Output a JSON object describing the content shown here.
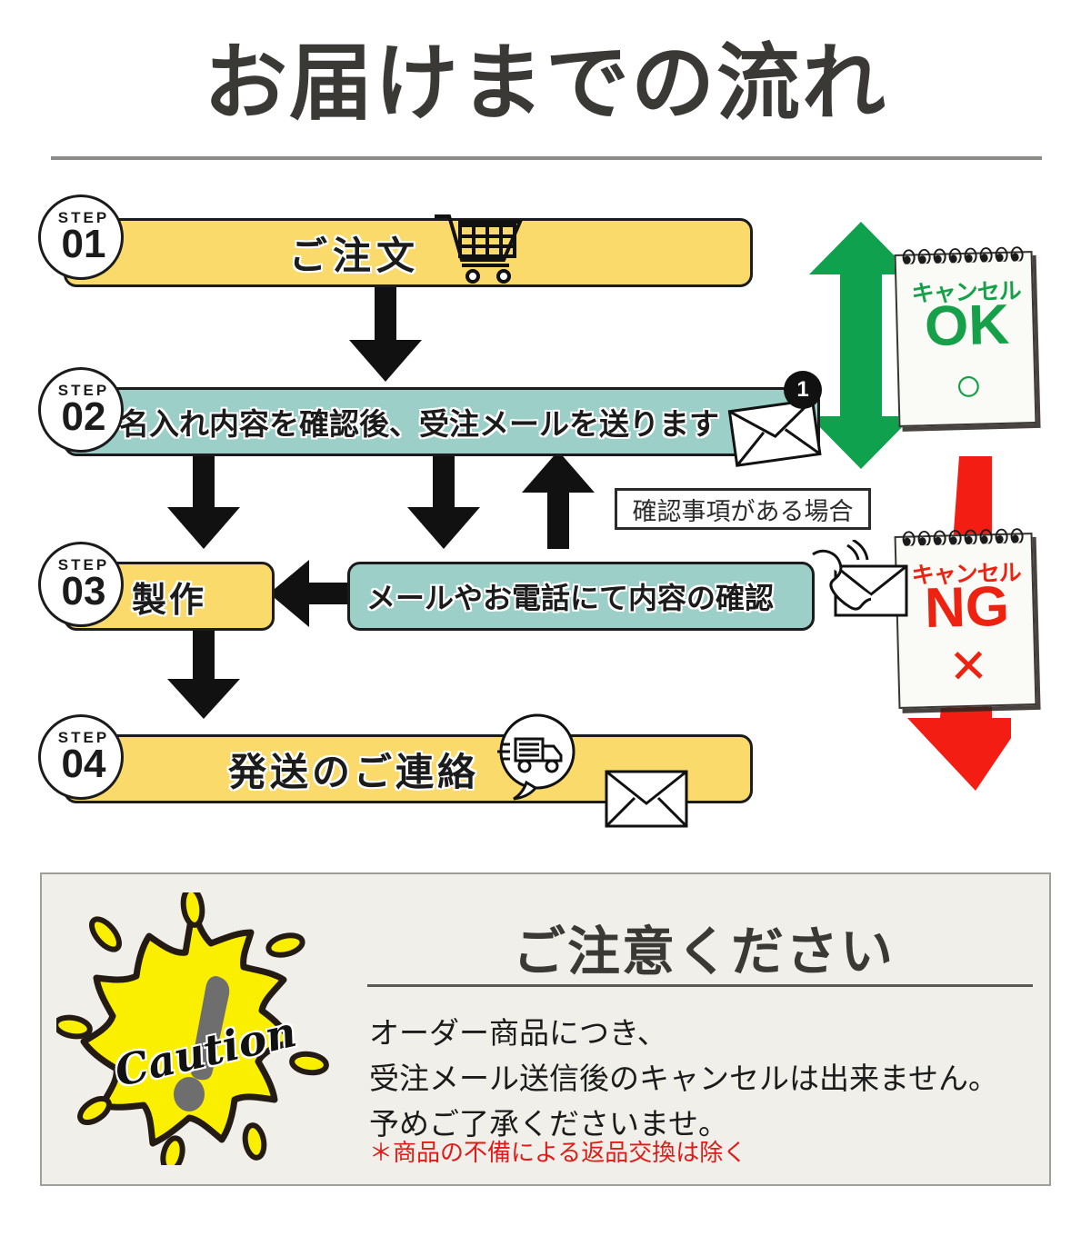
{
  "title": "お届けまでの流れ",
  "flow": {
    "steps": [
      {
        "badge_word": "STEP",
        "badge_num": "01",
        "label": "ご注文",
        "color": "#F9DA6B",
        "icon": "shopping-cart-icon"
      },
      {
        "badge_word": "STEP",
        "badge_num": "02",
        "label": "名入れ内容を確認後、受注メールを送ります",
        "color": "#9BCFC8",
        "icon": "envelope-icon",
        "badge_count": "1"
      },
      {
        "badge_word": "STEP",
        "badge_num": "03",
        "label": "製作",
        "color": "#F9DA6B",
        "icon": ""
      },
      {
        "badge_word": "STEP",
        "badge_num": "04",
        "label": "発送のご連絡",
        "color": "#F9DA6B",
        "icon": "delivery-truck-icon"
      }
    ],
    "confirm_box": {
      "label": "メールやお電話にて内容の確認",
      "color": "#9BCFC8",
      "icons": [
        "phone-ringing-icon",
        "envelope-icon"
      ]
    },
    "condition_note": "確認事項がある場合",
    "cancel_ok": {
      "title": "キャンセル",
      "big": "OK",
      "mark": "○",
      "color": "#17a04a"
    },
    "cancel_ng": {
      "title": "キャンセル",
      "big": "NG",
      "mark": "✕",
      "color": "#ee2211"
    },
    "arrows": {
      "ok_arrow_color": "#0fa14e",
      "ng_arrow_color": "#f31d14",
      "flow_arrow_color": "#111111"
    }
  },
  "caution": {
    "burst_label": "Caution",
    "burst_color": "#FBEF00",
    "heading": "ご注意ください",
    "body_line1": "オーダー商品につき、",
    "body_line2": "受注メール送信後のキャンセルは出来ません。",
    "body_line3": "予めご了承くださいませ。",
    "note": "＊商品の不備による返品交換は除く",
    "note_color": "#e01b18",
    "panel_color": "#F0EFEA"
  }
}
